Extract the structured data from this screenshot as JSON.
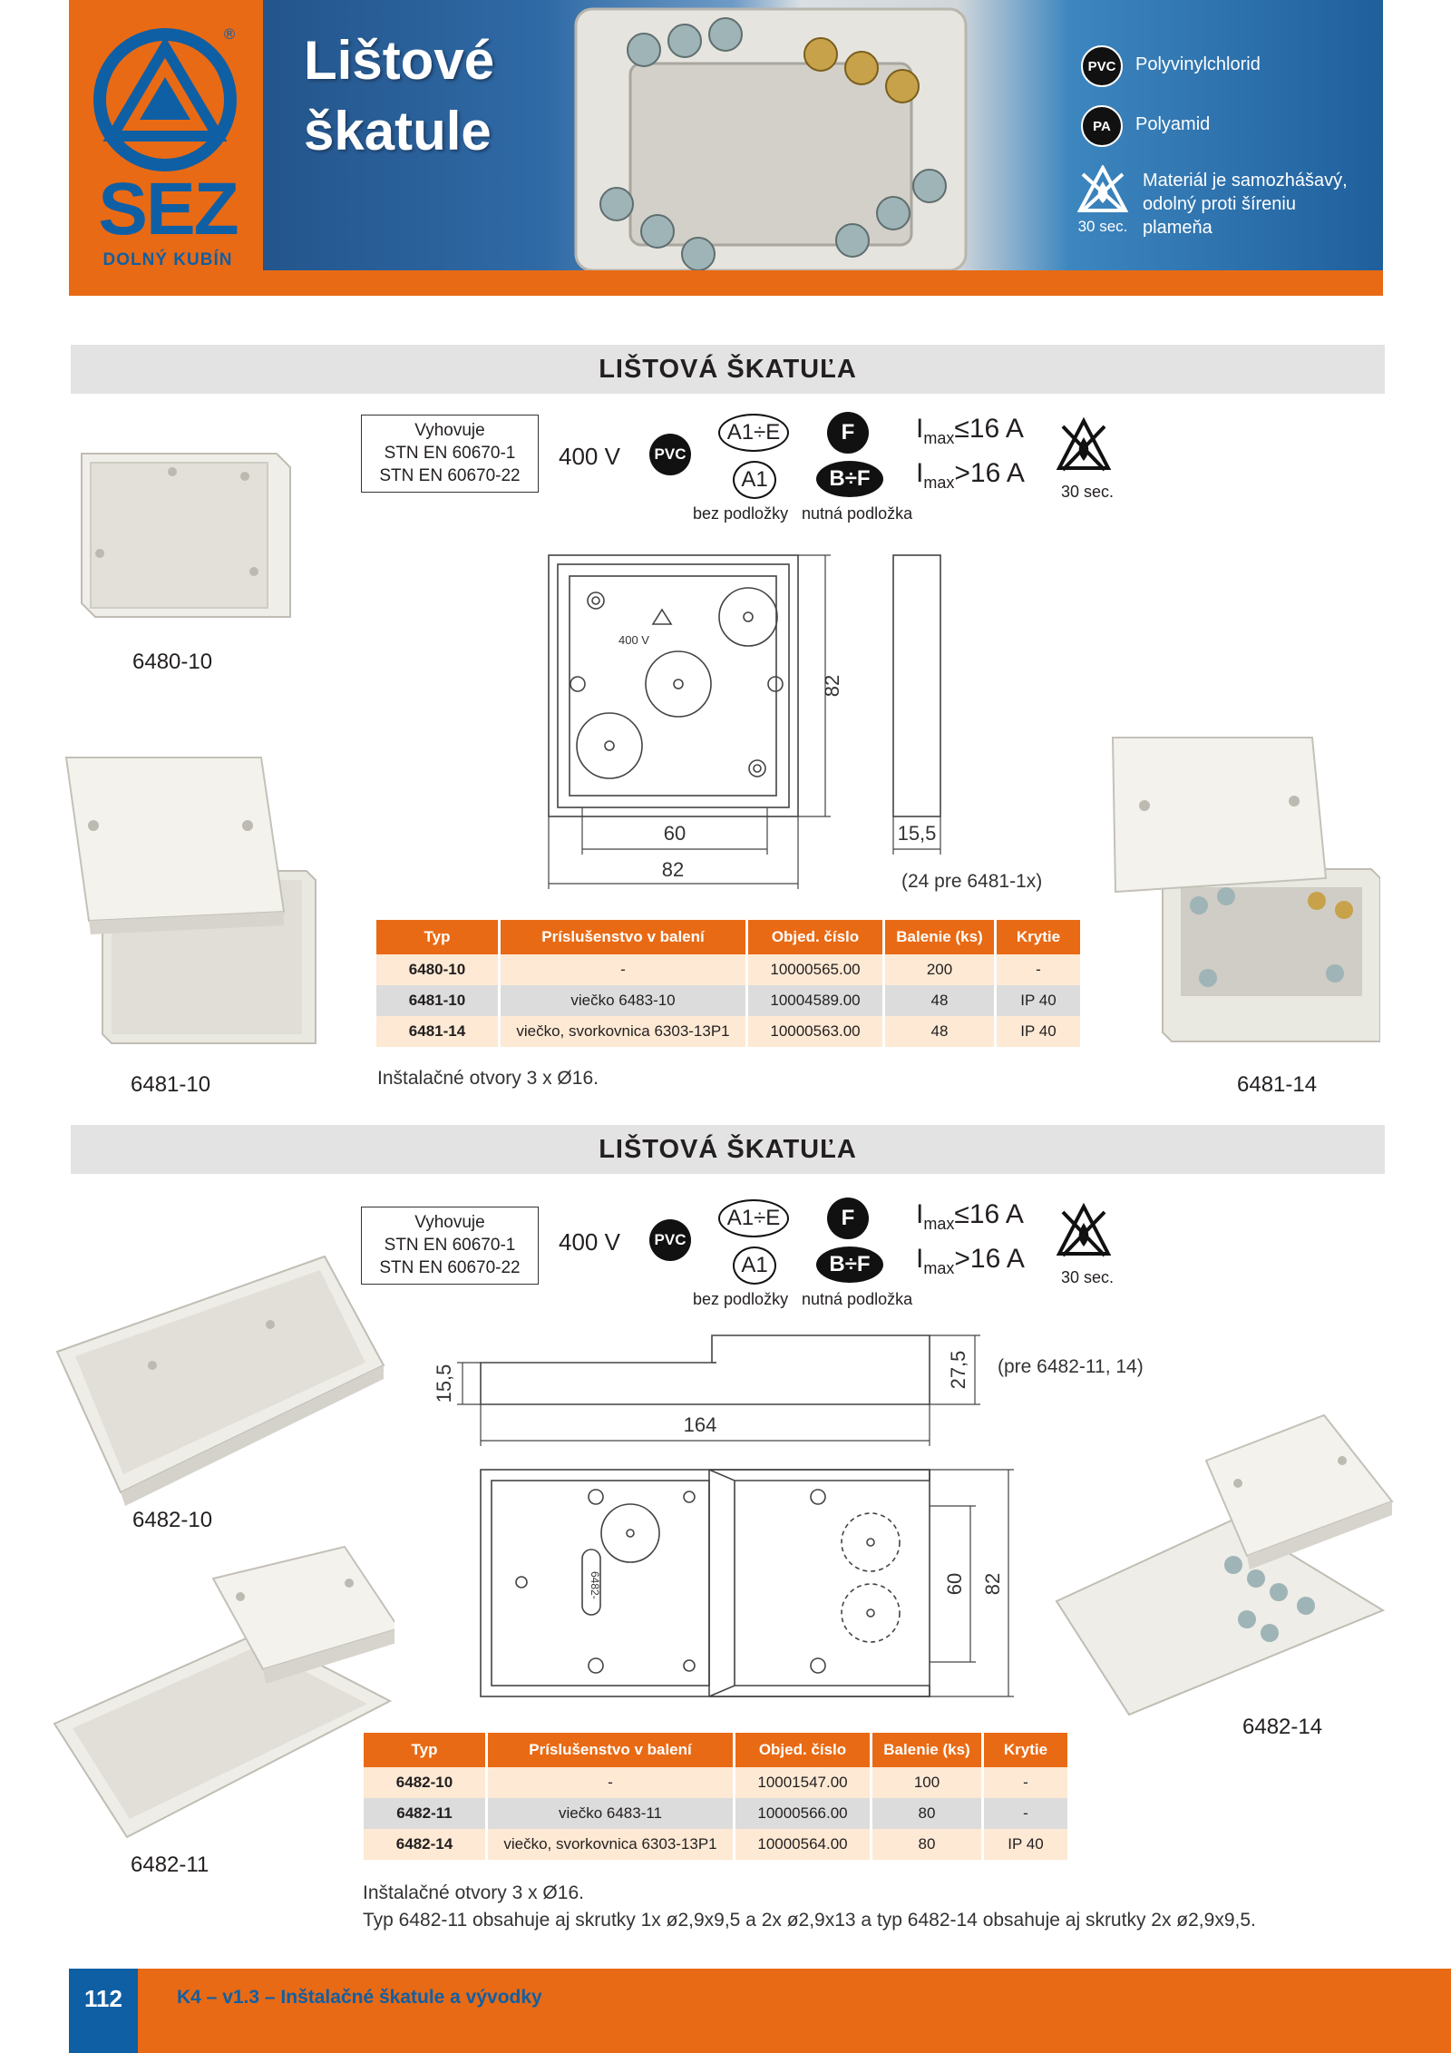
{
  "header": {
    "logo_text": "SEZ",
    "logo_subtitle": "DOLNÝ KUBÍN",
    "registered_mark": "®",
    "title_line1": "Lištové",
    "title_line2": "škatule",
    "legend": [
      {
        "badge": "PVC",
        "text": "Polyvinylchlorid",
        "icon": "pvc-badge-icon"
      },
      {
        "badge": "PA",
        "text": "Polyamid",
        "icon": "pa-badge-icon"
      },
      {
        "badge": "30 sec.",
        "text": "Materiál je samozhášavý, odolný proti šíreniu plameňa",
        "icon": "flame-retardant-icon"
      }
    ]
  },
  "sections": [
    {
      "title": "LIŠTOVÁ ŠKATUĽA",
      "specs": {
        "conformity": [
          "Vyhovuje",
          "STN EN 60670-1",
          "STN EN 60670-22"
        ],
        "voltage": "400 V",
        "material_badge": "PVC",
        "class_top_outline": "A1÷E",
        "class_bottom_outline": "A1",
        "class_top_solid": "F",
        "class_bottom_solid": "B÷F",
        "label_without_base": "bez podložky",
        "label_with_base": "nutná podložka",
        "imax_prefix": "I",
        "imax_sub": "max",
        "imax_le": "≤16 A",
        "imax_gt": ">16 A",
        "flame_seconds": "30 sec."
      },
      "drawing": {
        "dim_height": "82",
        "dim_inner": "60",
        "dim_width": "82",
        "dim_depth": "15,5",
        "depth_note": "(24 pre 6481-1x)",
        "voltage_mark": "400 V"
      },
      "products": [
        "6480-10",
        "6481-10",
        "6481-14"
      ],
      "table": {
        "headers": [
          "Typ",
          "Príslušenstvo v balení",
          "Objed. číslo",
          "Balenie (ks)",
          "Krytie"
        ],
        "rows": [
          [
            "6480-10",
            "-",
            "10000565.00",
            "200",
            "-"
          ],
          [
            "6481-10",
            "viečko 6483-10",
            "10004589.00",
            "48",
            "IP 40"
          ],
          [
            "6481-14",
            "viečko, svorkovnica 6303-13P1",
            "10000563.00",
            "48",
            "IP 40"
          ]
        ]
      },
      "footnote": [
        "Inštalačné otvory 3 x Ø16."
      ]
    },
    {
      "title": "LIŠTOVÁ ŠKATUĽA",
      "specs": {
        "conformity": [
          "Vyhovuje",
          "STN EN 60670-1",
          "STN EN 60670-22"
        ],
        "voltage": "400 V",
        "material_badge": "PVC",
        "class_top_outline": "A1÷E",
        "class_bottom_outline": "A1",
        "class_top_solid": "F",
        "class_bottom_solid": "B÷F",
        "label_without_base": "bez podložky",
        "label_with_base": "nutná podložka",
        "imax_prefix": "I",
        "imax_sub": "max",
        "imax_le": "≤16 A",
        "imax_gt": ">16 A",
        "flame_seconds": "30 sec."
      },
      "drawing": {
        "dim_side_height": "15,5",
        "dim_lid_height": "27,5",
        "lid_note": "(pre 6482-11, 14)",
        "dim_length": "164",
        "dim_inner": "60",
        "dim_outer": "82",
        "part_mark": "6482-"
      },
      "products": [
        "6482-10",
        "6482-11",
        "6482-14"
      ],
      "table": {
        "headers": [
          "Typ",
          "Príslušenstvo v balení",
          "Objed. číslo",
          "Balenie (ks)",
          "Krytie"
        ],
        "rows": [
          [
            "6482-10",
            "-",
            "10001547.00",
            "100",
            "-"
          ],
          [
            "6482-11",
            "viečko 6483-11",
            "10000566.00",
            "80",
            "-"
          ],
          [
            "6482-14",
            "viečko, svorkovnica 6303-13P1",
            "10000564.00",
            "80",
            "IP 40"
          ]
        ]
      },
      "footnote": [
        "Inštalačné otvory 3 x Ø16.",
        "Typ 6482-11 obsahuje aj skrutky 1x ø2,9x9,5 a 2x ø2,9x13 a typ 6482-14 obsahuje aj skrutky 2x ø2,9x9,5."
      ]
    }
  ],
  "footer": {
    "page_number": "112",
    "text": "K4 – v1.3 – Inštalačné škatule a vývodky"
  },
  "colors": {
    "brand_orange": "#e96a14",
    "brand_blue": "#0f5fa5",
    "row_light": "#fde9d4",
    "row_gray": "#dcdcdc"
  }
}
